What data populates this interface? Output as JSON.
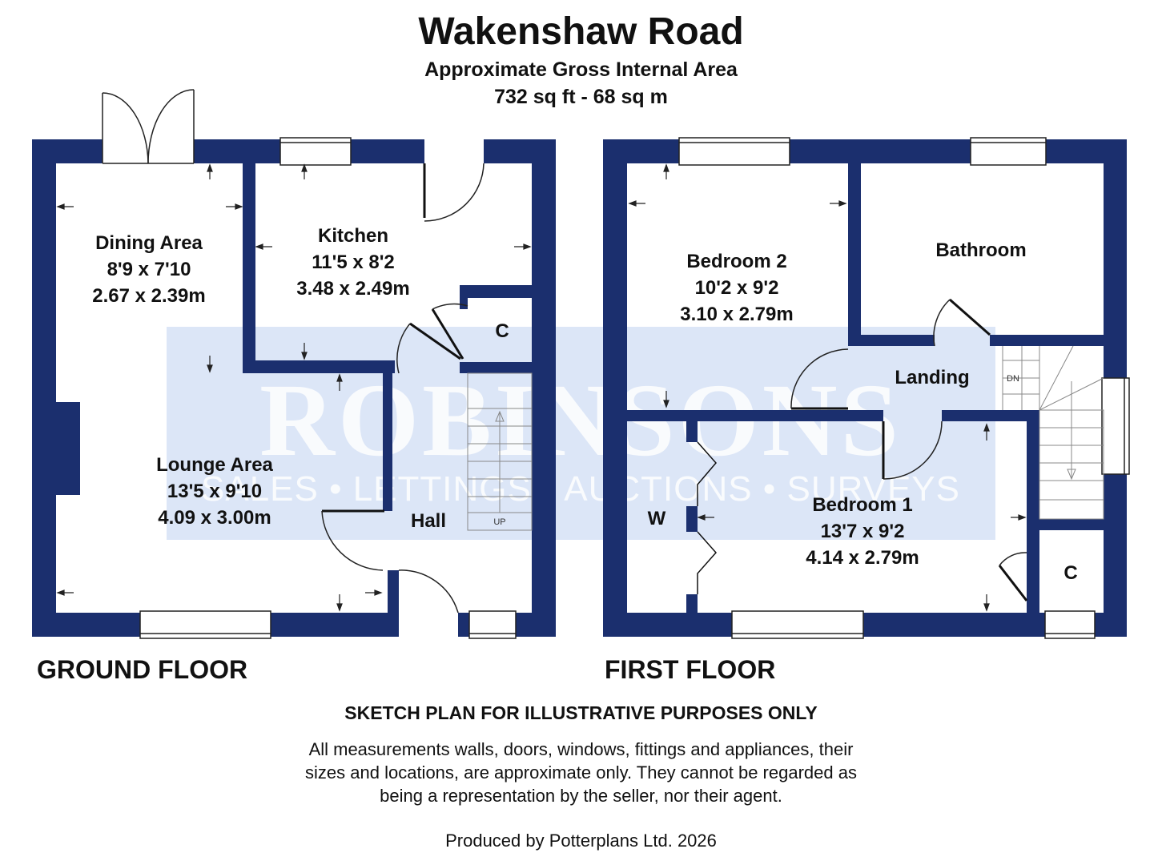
{
  "header": {
    "title": "Wakenshaw Road",
    "subtitle": "Approximate Gross Internal Area",
    "area": "732 sq ft - 68 sq m"
  },
  "watermark": {
    "brand": "ROBINSONS",
    "tagline": "SALES • LETTINGS • AUCTIONS • SURVEYS",
    "color": "#dce6f7"
  },
  "wall_color": "#1b2f6e",
  "ground_floor": {
    "label": "GROUND FLOOR",
    "rooms": {
      "dining": {
        "name": "Dining Area",
        "imperial": "8'9 x 7'10",
        "metric": "2.67 x 2.39m"
      },
      "kitchen": {
        "name": "Kitchen",
        "imperial": "11'5 x 8'2",
        "metric": "3.48 x 2.49m"
      },
      "lounge": {
        "name": "Lounge Area",
        "imperial": "13'5 x 9'10",
        "metric": "4.09 x 3.00m"
      },
      "cupboard": {
        "name": "C"
      },
      "hall": {
        "name": "Hall"
      },
      "stairs": {
        "name": "UP"
      }
    }
  },
  "first_floor": {
    "label": "FIRST FLOOR",
    "rooms": {
      "bedroom2": {
        "name": "Bedroom 2",
        "imperial": "10'2 x 9'2",
        "metric": "3.10 x 2.79m"
      },
      "bathroom": {
        "name": "Bathroom"
      },
      "landing": {
        "name": "Landing"
      },
      "stairs": {
        "name": "DN"
      },
      "wardrobe": {
        "name": "W"
      },
      "bedroom1": {
        "name": "Bedroom 1",
        "imperial": "13'7 x 9'2",
        "metric": "4.14 x 2.79m"
      },
      "cupboard": {
        "name": "C"
      }
    }
  },
  "footer": {
    "notice": "SKETCH PLAN FOR ILLUSTRATIVE PURPOSES ONLY",
    "disclaimer_line1": "All measurements walls, doors, windows, fittings and appliances, their",
    "disclaimer_line2": "sizes and locations, are approximate only. They cannot be regarded as",
    "disclaimer_line3": "being a representation by the seller, nor their agent.",
    "credit": "Produced by Potterplans Ltd. 2026"
  }
}
